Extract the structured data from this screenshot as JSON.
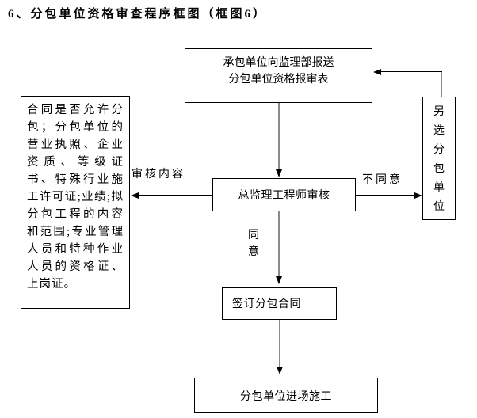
{
  "title": "6、分包单位资格审查程序框图（框图6）",
  "colors": {
    "background": "#ffffff",
    "box_border": "#000000",
    "horizontal_line": "#000000",
    "vertical_line": "#8a8a8a",
    "text": "#000000"
  },
  "flowchart": {
    "report_box": {
      "line1": "承包单位向监理部报送",
      "line2": "分包单位资格报审表"
    },
    "criteria_box": {
      "text": "合同是否允许分包；分包单位的营业执照、企业资质、等级证书、特殊行业施工许可证;业绩;拟分包工程的内容和范围;专业管理人员和特种作业人员的资格证、上岗证。"
    },
    "reselect_box": {
      "text": "另选分包单位"
    },
    "review_box": {
      "text": "总监理工程师审核"
    },
    "sign_box": {
      "text": "签订分包合同"
    },
    "enter_box": {
      "text": "分包单位进场施工"
    },
    "labels": {
      "review_content": "审核内容",
      "disagree": "不同意",
      "agree": "同意"
    }
  }
}
